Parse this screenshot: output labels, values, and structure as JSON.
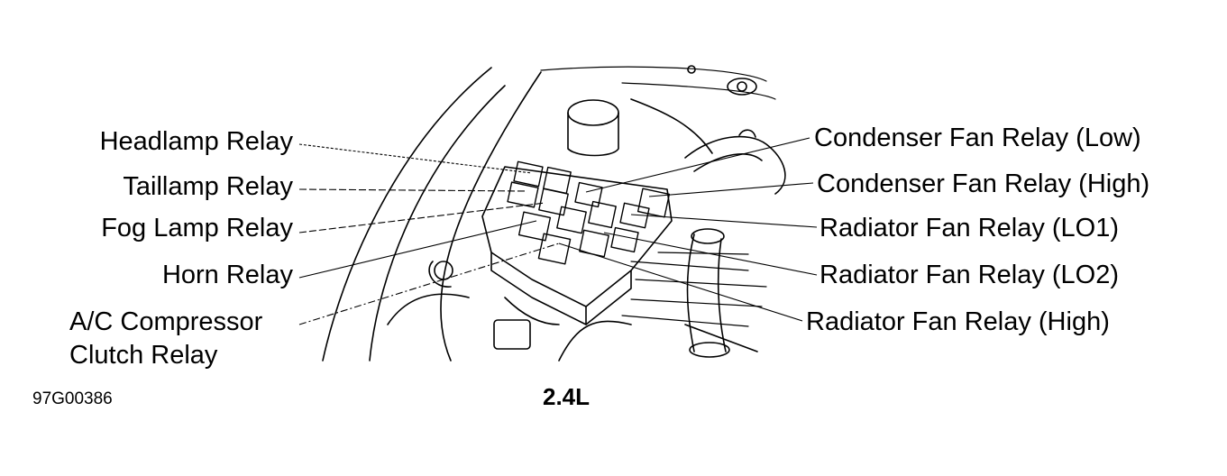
{
  "figure_id": "97G00386",
  "caption": "2.4L",
  "left_labels": [
    {
      "key": "headlamp",
      "text": "Headlamp Relay"
    },
    {
      "key": "taillamp",
      "text": "Taillamp Relay"
    },
    {
      "key": "fog",
      "text": "Fog Lamp Relay"
    },
    {
      "key": "horn",
      "text": "Horn Relay"
    },
    {
      "key": "ac_line1",
      "text": "A/C Compressor"
    },
    {
      "key": "ac_line2",
      "text": "Clutch Relay"
    }
  ],
  "right_labels": [
    {
      "key": "cond_low",
      "text": "Condenser Fan Relay (Low)"
    },
    {
      "key": "cond_high",
      "text": "Condenser Fan Relay (High)"
    },
    {
      "key": "rad_lo1",
      "text": "Radiator Fan Relay (LO1)"
    },
    {
      "key": "rad_lo2",
      "text": "Radiator Fan Relay (LO2)"
    },
    {
      "key": "rad_high",
      "text": "Radiator Fan Relay (High)"
    }
  ]
}
